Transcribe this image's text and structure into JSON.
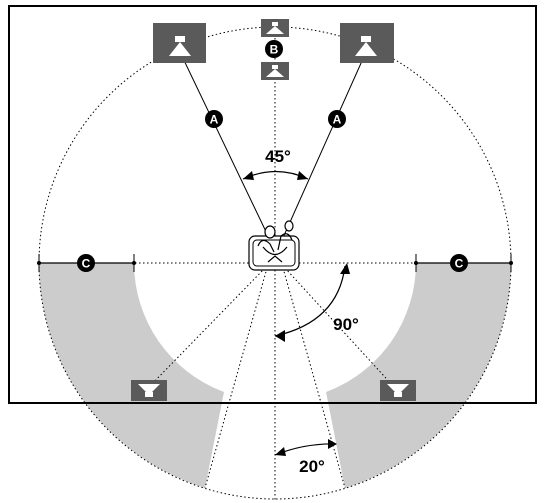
{
  "diagram": {
    "angles": {
      "front_spread": "45°",
      "surround_offset": "90°",
      "rear_gap": "20°"
    },
    "badges": {
      "front_left": "A",
      "front_right": "A",
      "center": "B",
      "surround_left": "C",
      "surround_right": "C"
    },
    "colors": {
      "speaker_fill": "#5a5a5a",
      "surround_zone": "#cccccc",
      "room_border": "#000000",
      "badge_fill": "#000000"
    },
    "icons": [
      "speaker-icon",
      "listener-chair-icon"
    ]
  }
}
